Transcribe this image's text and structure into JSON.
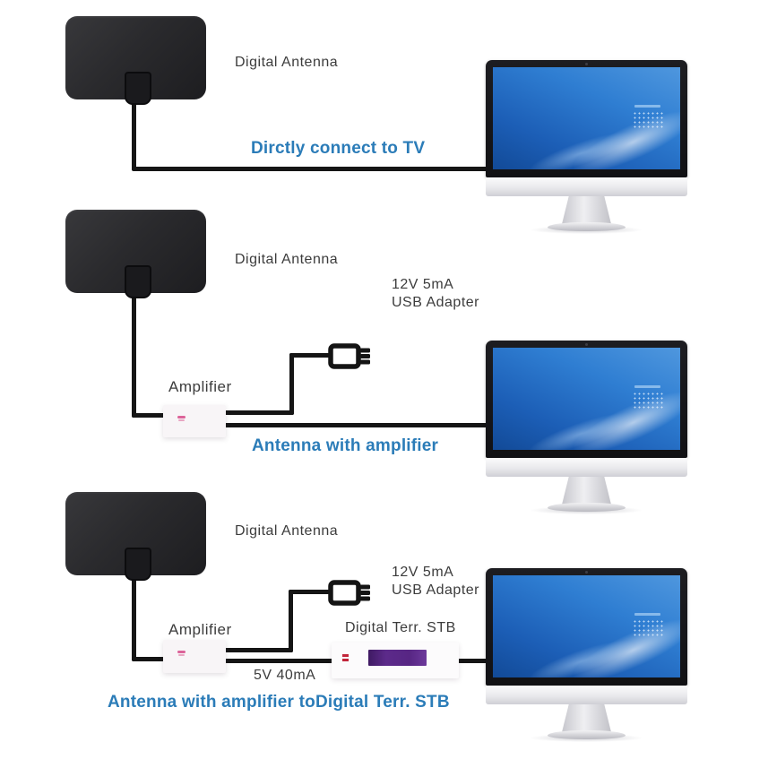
{
  "title": "Digital antenna connection diagram",
  "colors": {
    "background": "#ffffff",
    "caption_blue": "#2b7cb8",
    "label_gray": "#3c3c3c",
    "cable_black": "#151515",
    "antenna_black": "#2a2a2d",
    "screen_blue": "#2f7ed2",
    "stb_purple": "#5c2a8a",
    "led_pink": "#d9548f",
    "stb_led_red": "#c2253a"
  },
  "sections": [
    {
      "name": "direct-to-tv",
      "antenna_label": "Digital Antenna",
      "caption": "Dirctly connect to TV"
    },
    {
      "name": "antenna-with-amplifier",
      "antenna_label": "Digital Antenna",
      "amplifier_label": "Amplifier",
      "usb_adapter_line1": "12V 5mA",
      "usb_adapter_line2": "USB Adapter",
      "caption": "Antenna with amplifier"
    },
    {
      "name": "antenna-with-amplifier-to-stb",
      "antenna_label": "Digital Antenna",
      "amplifier_label": "Amplifier",
      "usb_adapter_line1": "12V 5mA",
      "usb_adapter_line2": "USB Adapter",
      "stb_label": "Digital Terr. STB",
      "stb_power_label": "5V 40mA",
      "caption": "Antenna with amplifier toDigital Terr. STB"
    }
  ]
}
